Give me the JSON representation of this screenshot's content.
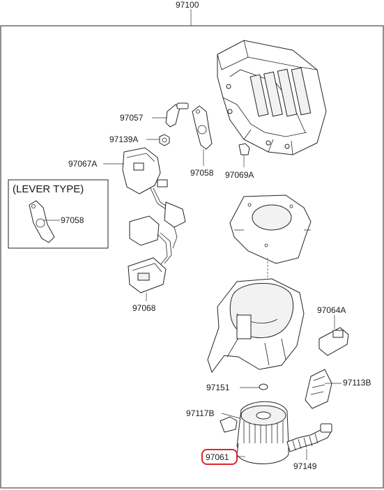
{
  "diagram": {
    "assembly_label": "97100",
    "inset_title": "(LEVER TYPE)",
    "labels": {
      "p97057": "97057",
      "p97139A": "97139A",
      "p97067A": "97067A",
      "p97058": "97058",
      "p97069A": "97069A",
      "p97058_inset": "97058",
      "p97068": "97068",
      "p97064A": "97064A",
      "p97151": "97151",
      "p97113B": "97113B",
      "p97117B": "97117B",
      "p97061": "97061",
      "p97149": "97149"
    },
    "highlighted_part": "97061",
    "colors": {
      "highlight": "#e0242a",
      "line": "#222222"
    }
  }
}
